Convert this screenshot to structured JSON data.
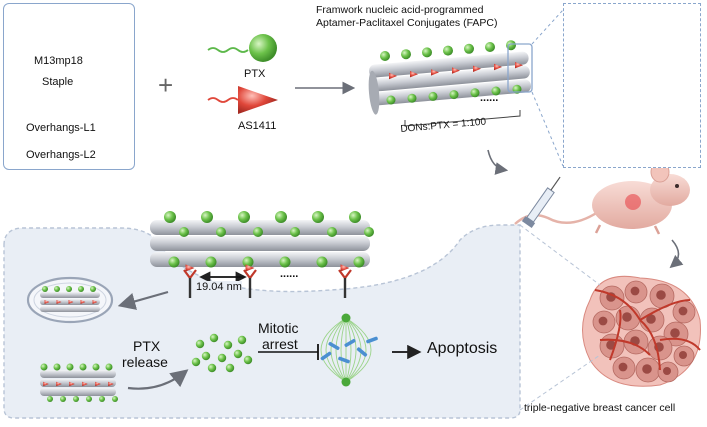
{
  "legend": {
    "scaffold_label": "M13mp18",
    "staple_label": "Staple",
    "overhang1_label": "Overhangs-L1",
    "overhang2_label": "Overhangs-L2"
  },
  "components": {
    "plus_sign": "+",
    "drug_label": "PTX",
    "aptamer_label": "AS1411"
  },
  "construct": {
    "title_line1": "Framwork nucleic acid-programmed",
    "title_line2": "Aptamer-Paclitaxel Conjugates (FAPC)",
    "dots": "......",
    "ratio_label": "DONs:PTX = 1:100"
  },
  "cell_process": {
    "spacing_label": "19.04 nm",
    "dots": "......",
    "release_line1": "PTX",
    "release_line2": "release",
    "arrest_line1": "Mitotic",
    "arrest_line2": "arrest",
    "outcome_label": "Apoptosis",
    "cell_type_label": "triple-negative breast cancer cell"
  },
  "colors": {
    "scaffold": "#5a5a66",
    "staple": "#8fb0e0",
    "drug_green": "#6cc24a",
    "aptamer_red": "#e0473a",
    "membrane": "#cfd8e6"
  }
}
